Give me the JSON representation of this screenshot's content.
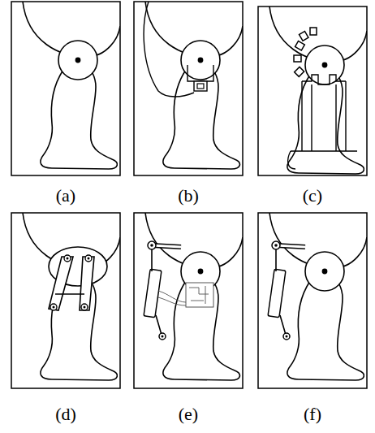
{
  "diagram": {
    "labels": [
      "(a)",
      "(b)",
      "(c)",
      "(d)",
      "(e)",
      "(f)"
    ]
  }
}
